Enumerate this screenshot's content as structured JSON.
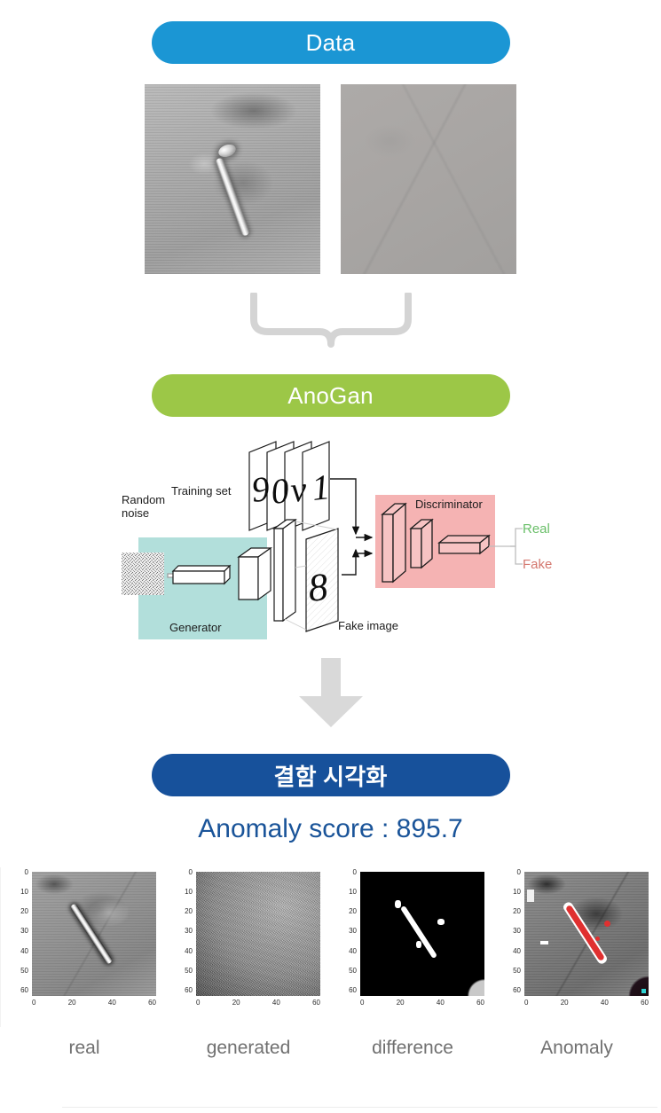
{
  "stages": {
    "data": {
      "label": "Data",
      "color": "#1b96d4"
    },
    "model": {
      "label": "AnoGan",
      "color": "#9cc747"
    },
    "visualization": {
      "label": "결함 시각화",
      "color": "#17519b"
    }
  },
  "data_samples": [
    {
      "name": "anomalous-sample",
      "description": "metal surface with nail defect"
    },
    {
      "name": "normal-sample",
      "description": "plain gray metal surface"
    }
  ],
  "gan_diagram": {
    "labels": {
      "training_set": "Training set",
      "random_noise_line1": "Random",
      "random_noise_line2": "noise",
      "generator": "Generator",
      "fake_image": "Fake image",
      "discriminator": "Discriminator",
      "real": "Real",
      "fake": "Fake"
    },
    "digits": [
      "9",
      "0",
      "v",
      "1"
    ],
    "fake_digit": "8",
    "colors": {
      "generator_box": "#b2dfdb",
      "discriminator_box": "#f5b3b3",
      "real_text": "#6abf69",
      "fake_text": "#d4786f"
    }
  },
  "score": {
    "text": "Anomaly score : 895.7",
    "label": "Anomaly score",
    "value": "895.7",
    "color": "#1a5499"
  },
  "results": {
    "y_ticks": [
      "0",
      "10",
      "20",
      "30",
      "40",
      "50",
      "60"
    ],
    "x_ticks": [
      "0",
      "20",
      "40",
      "60"
    ],
    "panels": [
      {
        "caption": "real"
      },
      {
        "caption": "generated"
      },
      {
        "caption": "difference"
      },
      {
        "caption": "Anomaly"
      }
    ]
  },
  "arrow": {
    "name": "down-arrow",
    "color": "#d9d9d9"
  },
  "brace": {
    "name": "merge-brace",
    "color": "#d4d4d4"
  }
}
